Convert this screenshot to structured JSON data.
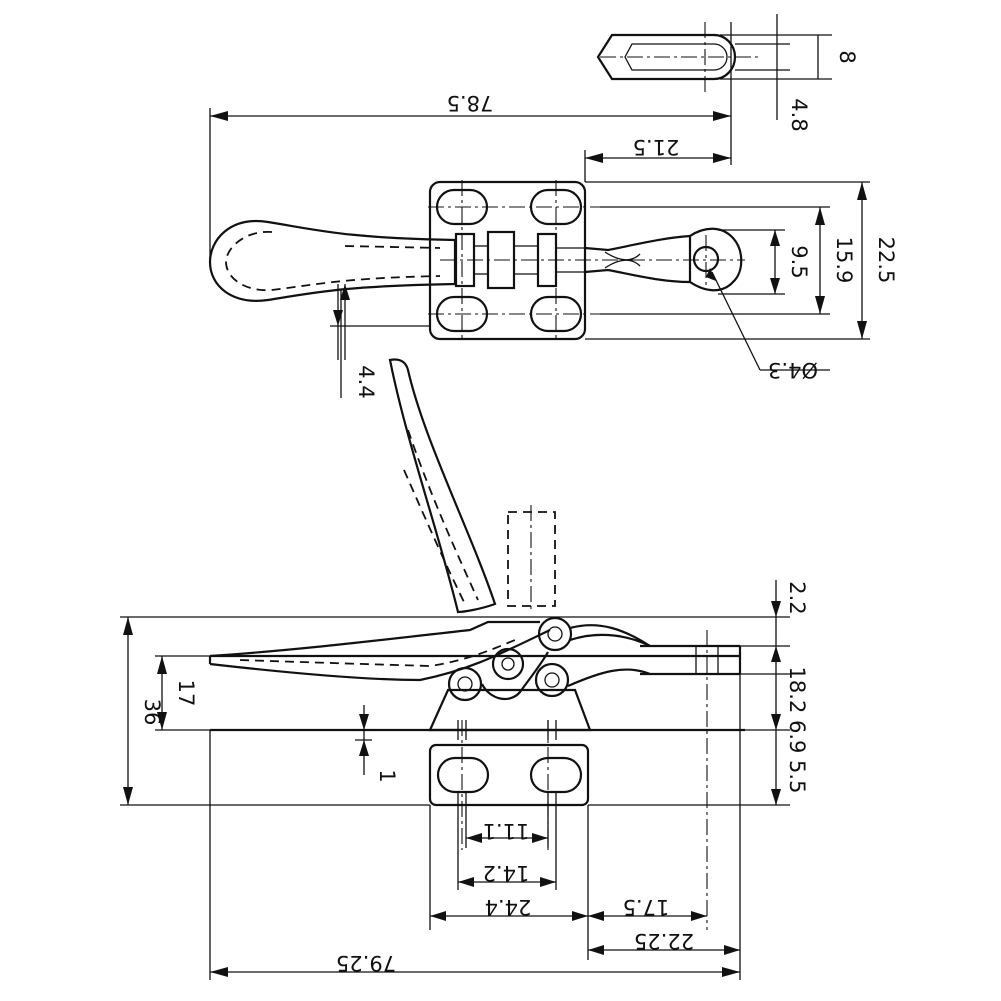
{
  "title": "",
  "dimensions": {
    "slot_width": "8",
    "slot_length": "4.8",
    "overall_length_top": "78.5",
    "tip_offset": "21.5",
    "hole_spacing_small": "9.5",
    "hole_spacing_large": "15.9",
    "base_width": "22.5",
    "hole_diameter": "Ø4.3",
    "handle_offset": "4.4",
    "height_total": "36",
    "height_bar": "17",
    "top_clearance": "2.2",
    "stack_heights": "18.2 6.9 5.5",
    "base_thickness": "1",
    "hole_pitch_inner": "11.1",
    "hole_pitch_mid": "14.2",
    "base_length": "24.4",
    "reach": "17.5",
    "reach_total": "22.25",
    "overall_length_side": "79.25"
  },
  "colors": {
    "line": "#111111",
    "background": "#ffffff"
  }
}
